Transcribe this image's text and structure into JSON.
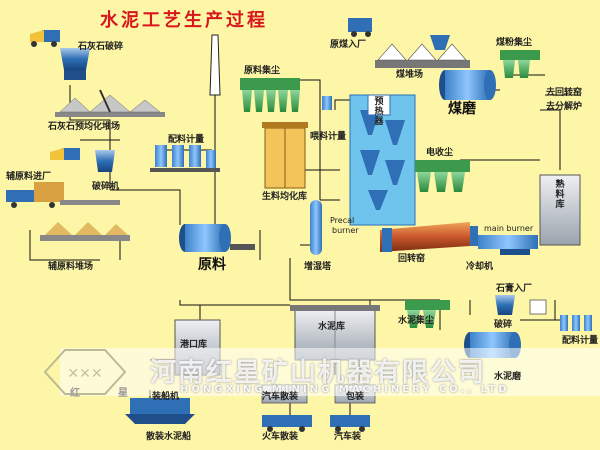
{
  "title": "水泥工艺生产过程",
  "labels": {
    "limestone_crush": "石灰石破碎",
    "limestone_yard": "石灰石预均化堆场",
    "aux_in": "辅原料进厂",
    "crusher": "破碎机",
    "aux_yard": "辅原料堆场",
    "batching": "配料计量",
    "raw_dust": "原料集尘",
    "homogenize": "生料均化库",
    "raw_mill": "原料",
    "humidifier": "增湿塔",
    "coal_in": "原煤入厂",
    "coal_yard": "煤堆场",
    "coal_dust": "煤粉集尘",
    "coal_mill": "煤磨",
    "to_kiln": "去回转窑",
    "to_calciner": "去分解炉",
    "preheater": "预热器",
    "meter": "喂料计量",
    "elec_dust": "电收尘",
    "clinker_silo": "熟料库",
    "precal": "Precal",
    "burner": "burner",
    "main_burner": "main burner",
    "kiln": "回转窑",
    "cooler": "冷却机",
    "gypsum_in": "石膏入厂",
    "cement_dust": "水泥集尘",
    "cement_silo": "水泥库",
    "port_silo": "港口库",
    "crush2": "破碎",
    "batching2": "配料计量",
    "loader": "装船机",
    "car_bag": "汽车散装",
    "train_bulk": "火车散装",
    "bag": "包装",
    "ship": "散装水泥船",
    "train": "火车散装",
    "truck": "汽车装",
    "cement_mill": "水泥磨"
  },
  "watermark": {
    "cn": "河南红星矿山机器有限公司",
    "en": "HONGXING MINING MACHINERY CO., LTD",
    "left1": "红",
    "left2": "星"
  },
  "colors": {
    "background": "#fdf6a6",
    "title": "#d8161d",
    "equipment": "#2e6fb5",
    "dust": "#35a04a",
    "grey": "#9aa3ad",
    "brown": "#c8862b"
  }
}
